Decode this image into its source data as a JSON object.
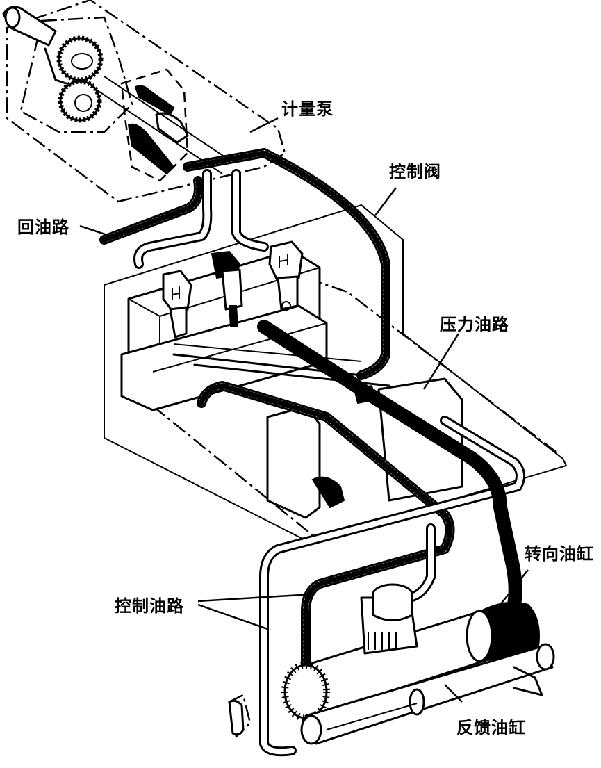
{
  "diagram": {
    "title": "",
    "style": "black-and-white isometric line drawing of hydraulic steering system",
    "labels": {
      "metering_pump": "计量泵",
      "control_valve": "控制阀",
      "return_line": "回油路",
      "pressure_line": "压力油路",
      "steering_cylinder": "转向油缸",
      "control_line": "控制油路",
      "feedback_cylinder": "反馈油缸"
    },
    "components": [
      {
        "id": "metering_pump",
        "name": "计量泵",
        "icon": "gear-pump-icon"
      },
      {
        "id": "control_valve",
        "name": "控制阀",
        "icon": "valve-block-icon"
      },
      {
        "id": "return_line",
        "name": "回油路",
        "icon": "dotted-pipe-icon"
      },
      {
        "id": "pressure_line",
        "name": "压力油路",
        "icon": "black-pipe-icon"
      },
      {
        "id": "control_line",
        "name": "控制油路",
        "icon": "outlined-pipe-icon"
      },
      {
        "id": "steering_cylinder",
        "name": "转向油缸",
        "icon": "cylinder-icon"
      },
      {
        "id": "feedback_cylinder",
        "name": "反馈油缸",
        "icon": "cylinder-icon"
      }
    ]
  }
}
